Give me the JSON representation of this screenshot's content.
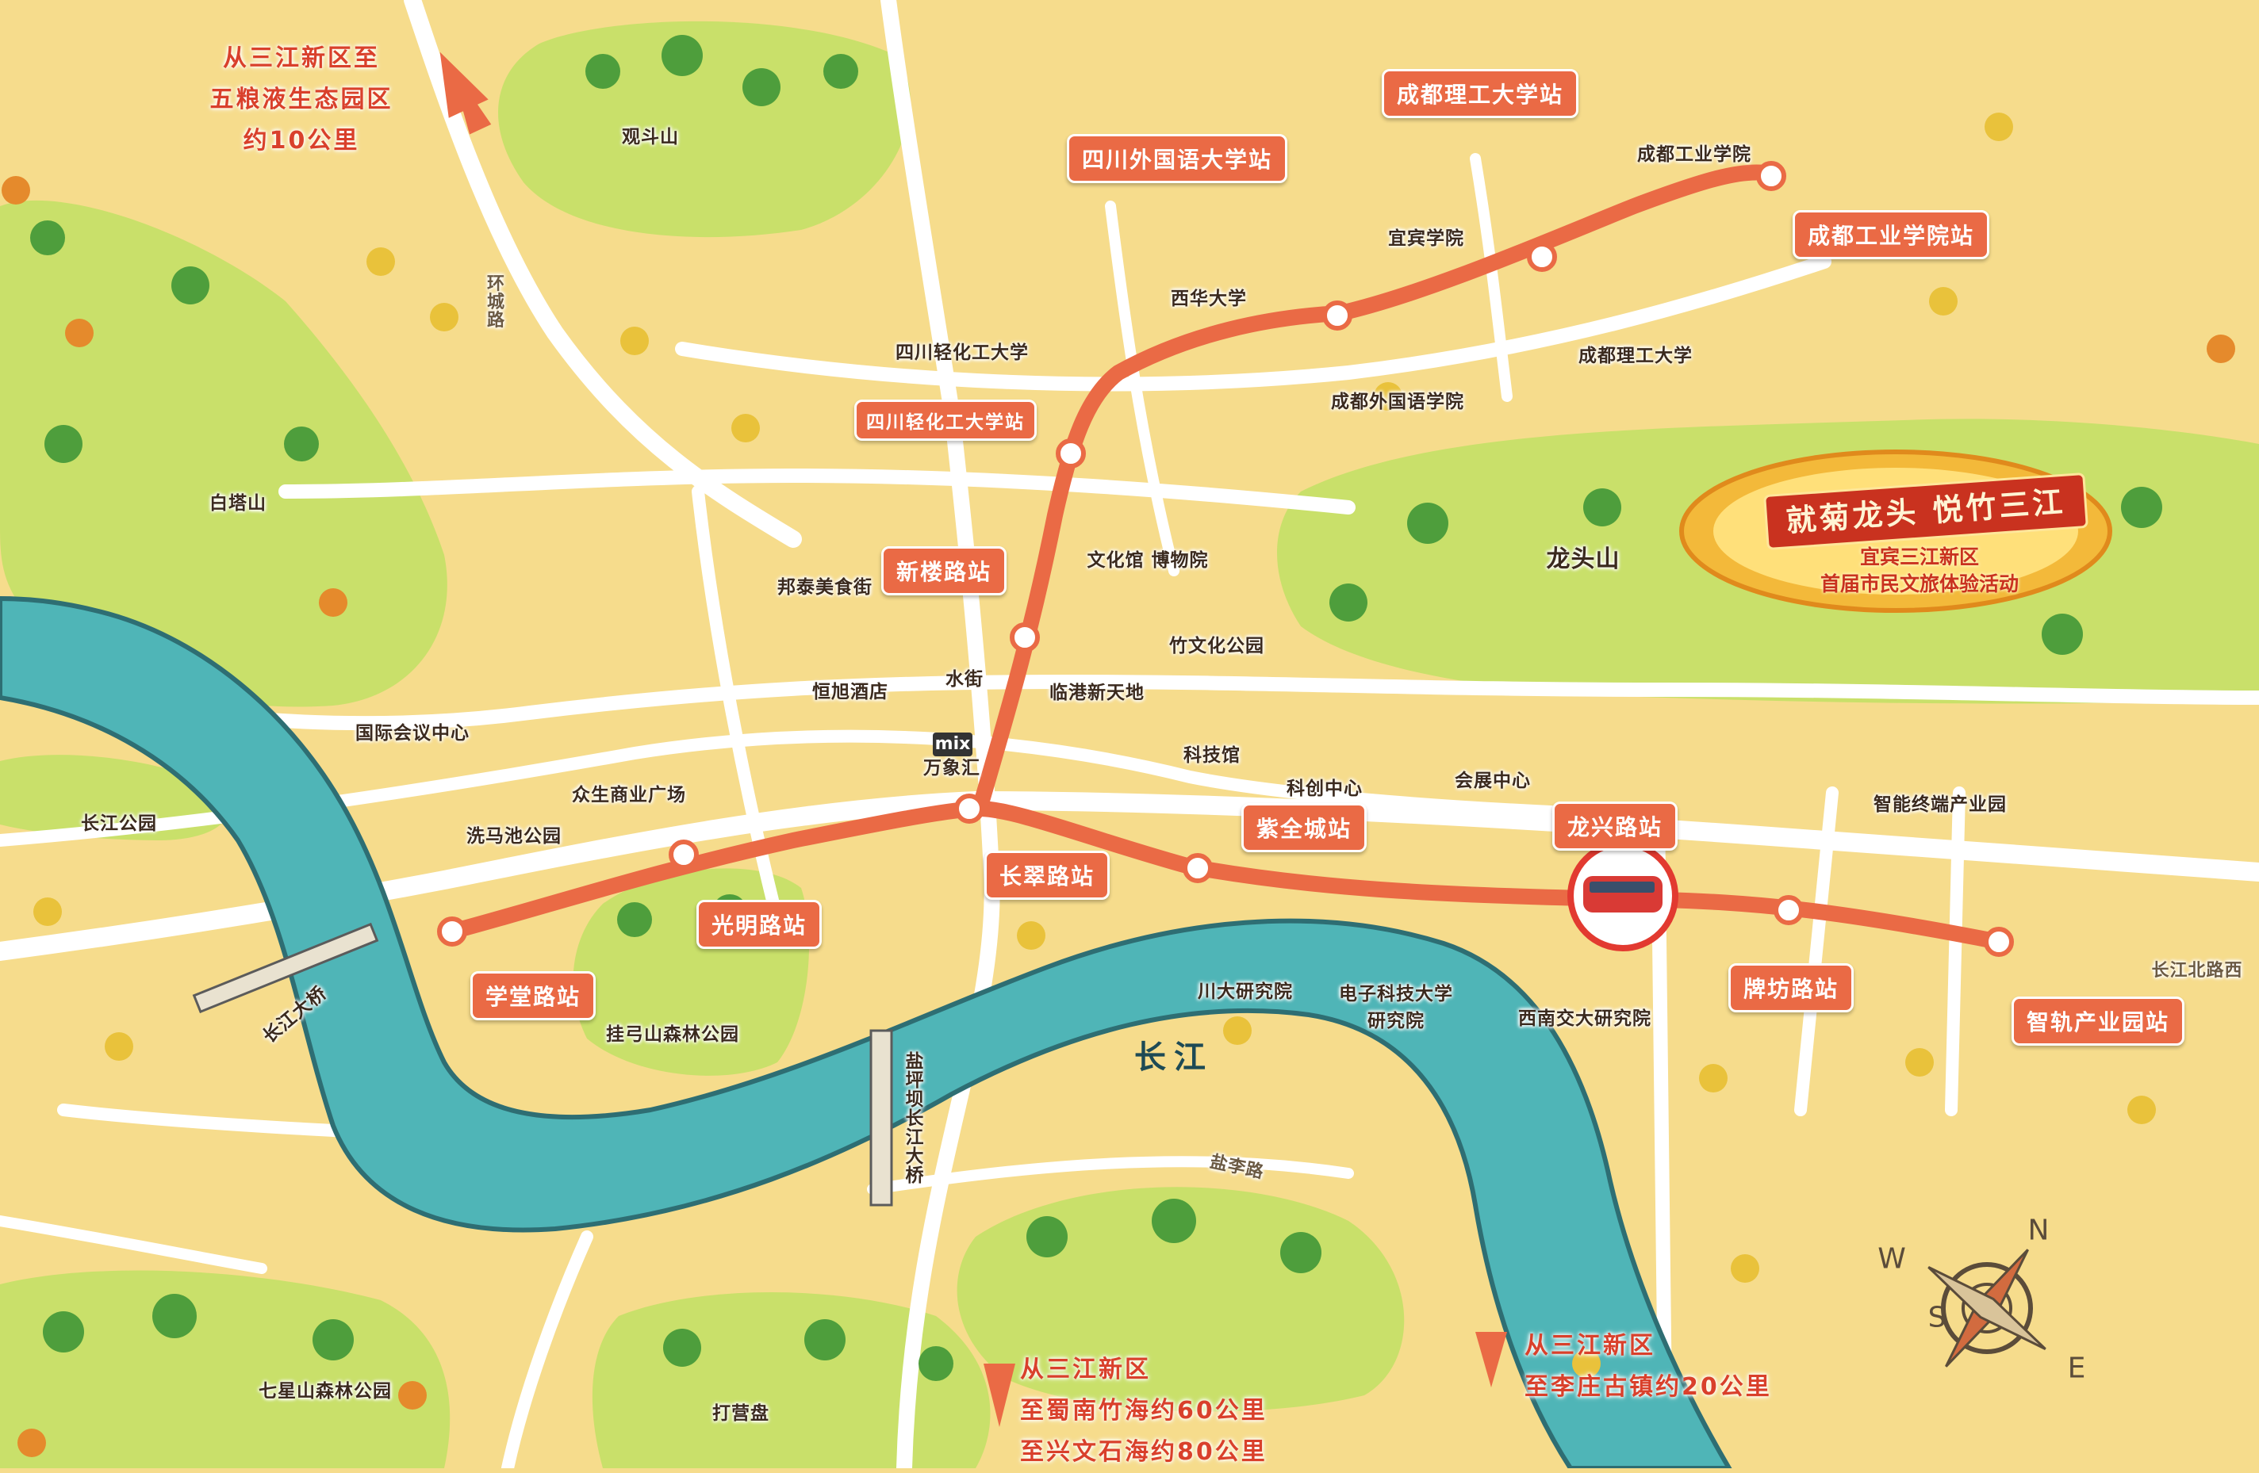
{
  "map": {
    "colors": {
      "land": "#f6dc8c",
      "park": "#c9e06a",
      "river": "#4fb5b7",
      "river_edge": "#2e6e73",
      "road": "#ffffff",
      "metro_line": "#ea6a45",
      "station_label": "#ea6a45",
      "note_text": "#d9402b"
    },
    "river_name": "长江",
    "metro_stations": [
      {
        "id": "xuetanglu",
        "label": "学堂路站"
      },
      {
        "id": "guangminglu",
        "label": "光明路站"
      },
      {
        "id": "changcuilu",
        "label": "长翠路站"
      },
      {
        "id": "ziquancheng",
        "label": "紫全城站"
      },
      {
        "id": "longxinglu",
        "label": "龙兴路站"
      },
      {
        "id": "paifanglu",
        "label": "牌坊路站"
      },
      {
        "id": "zhiguichanyeyuan",
        "label": "智轨产业园站"
      },
      {
        "id": "xinloulu",
        "label": "新楼路站"
      },
      {
        "id": "sichuanqinghua",
        "label": "四川轻化工大学站"
      },
      {
        "id": "sichuanwaiguoyu",
        "label": "四川外国语大学站"
      },
      {
        "id": "chengdulg",
        "label": "成都理工大学站"
      },
      {
        "id": "chengdugy",
        "label": "成都工业学院站"
      }
    ],
    "places": [
      {
        "id": "guandoushan",
        "label": "观斗山"
      },
      {
        "id": "baitashan",
        "label": "白塔山"
      },
      {
        "id": "sichuanqinghua-univ",
        "label": "四川轻化工大学"
      },
      {
        "id": "xihua-univ",
        "label": "西华大学"
      },
      {
        "id": "yibin-college",
        "label": "宜宾学院"
      },
      {
        "id": "chengdugy-college",
        "label": "成都工业学院"
      },
      {
        "id": "chengdulg-univ",
        "label": "成都理工大学"
      },
      {
        "id": "chengduwgy-college",
        "label": "成都外国语学院"
      },
      {
        "id": "longtoushan",
        "label": "龙头山"
      },
      {
        "id": "bangtai-street",
        "label": "邦泰美食街"
      },
      {
        "id": "wenhuaguan",
        "label": "文化馆 博物院"
      },
      {
        "id": "hengxu-hotel",
        "label": "恒旭酒店"
      },
      {
        "id": "shuijie",
        "label": "水街"
      },
      {
        "id": "lingang-xintiandi",
        "label": "临港新天地"
      },
      {
        "id": "zhuwenhua-park",
        "label": "竹文化公园"
      },
      {
        "id": "guoji-huiyi",
        "label": "国际会议中心"
      },
      {
        "id": "kejiguan",
        "label": "科技馆"
      },
      {
        "id": "kechuang-center",
        "label": "科创中心"
      },
      {
        "id": "huizhan-center",
        "label": "会展中心"
      },
      {
        "id": "zhineng-park",
        "label": "智能终端产业园"
      },
      {
        "id": "changjiang-park",
        "label": "长江公园"
      },
      {
        "id": "zhongsheng-plaza",
        "label": "众生商业广场"
      },
      {
        "id": "ximachi-park",
        "label": "洗马池公园"
      },
      {
        "id": "wanxianghui",
        "label": "万象汇"
      },
      {
        "id": "changjiang-bridge",
        "label": "长江大桥"
      },
      {
        "id": "guagongshan-park",
        "label": "挂弓山森林公园"
      },
      {
        "id": "chuanda-institute",
        "label": "川大研究院"
      },
      {
        "id": "dianzi-institute",
        "label": "电子科技大学研究院"
      },
      {
        "id": "xinan-institute",
        "label": "西南交大研究院"
      },
      {
        "id": "qixingshan-park",
        "label": "七星山森林公园"
      },
      {
        "id": "dayingpan",
        "label": "打营盘"
      }
    ],
    "roads": {
      "huancheng": "环城路",
      "yanli": "盐李路",
      "changjiang_north": "长江北路西",
      "yanba_bridge": "盐坪坝长江大桥"
    },
    "mall_logo": "mix",
    "banner": {
      "title": "就菊龙头  悦竹三江",
      "subtitle_1": "宜宾三江新区",
      "subtitle_2": "首届市民文旅体验活动"
    },
    "notes": [
      {
        "id": "note-wuliangye",
        "lines": [
          "从三江新区至",
          "五粮液生态园区",
          "约10公里"
        ]
      },
      {
        "id": "note-lizhuang",
        "lines": [
          "从三江新区",
          "至李庄古镇约20公里"
        ]
      },
      {
        "id": "note-shunan",
        "lines": [
          "从三江新区",
          "至蜀南竹海约60公里",
          "至兴文石海约80公里"
        ]
      }
    ],
    "compass": {
      "n": "N",
      "s": "S",
      "e": "E",
      "w": "W"
    }
  }
}
